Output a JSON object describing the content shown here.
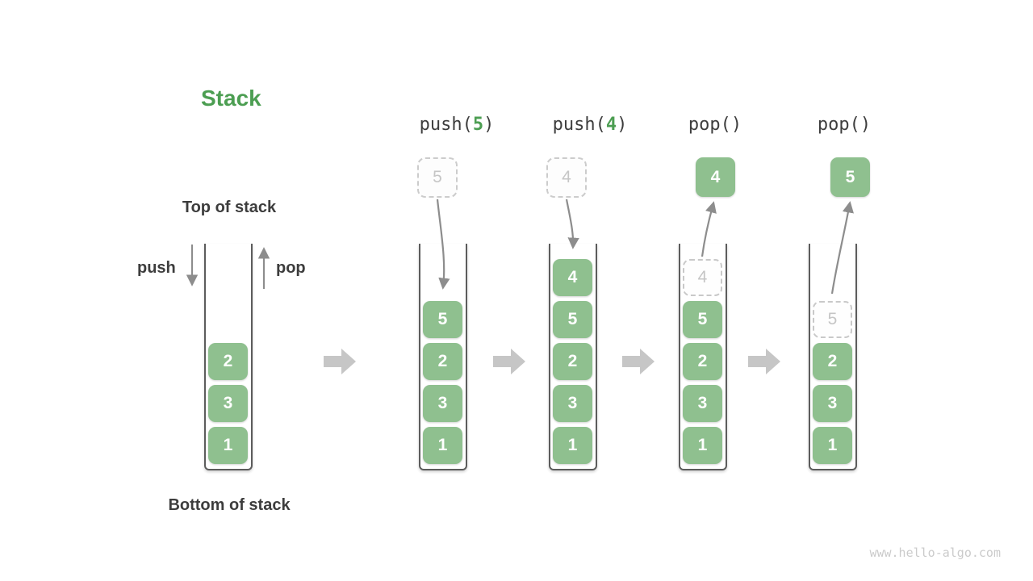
{
  "title": {
    "text": "Stack"
  },
  "labels": {
    "top_of_stack": "Top of stack",
    "bottom_of_stack": "Bottom of stack",
    "push": "push",
    "pop": "pop"
  },
  "watermark": "www.hello-algo.com",
  "colors": {
    "cell_green": "#8fc08f",
    "accent_green": "#4c9e52",
    "text_dark": "#3d3d3d",
    "line_arrow_gray": "#8d8d8d",
    "block_arrow_gray": "#c6c6c6",
    "ghost_gray": "#c9c9c9"
  },
  "operations": [
    {
      "pre": "push(",
      "arg": "5",
      "post": ")"
    },
    {
      "pre": "push(",
      "arg": "4",
      "post": ")"
    },
    {
      "pre": "pop()",
      "arg": "",
      "post": ""
    },
    {
      "pre": "pop()",
      "arg": "",
      "post": ""
    }
  ],
  "stacks": [
    {
      "cells": [
        "2",
        "3",
        "1"
      ]
    },
    {
      "incoming": "5",
      "cells": [
        "5",
        "2",
        "3",
        "1"
      ]
    },
    {
      "incoming": "4",
      "cells": [
        "4",
        "5",
        "2",
        "3",
        "1"
      ]
    },
    {
      "popped": "4",
      "ghost": "4",
      "cells": [
        "5",
        "2",
        "3",
        "1"
      ]
    },
    {
      "popped": "5",
      "ghost": "5",
      "cells": [
        "2",
        "3",
        "1"
      ]
    }
  ]
}
